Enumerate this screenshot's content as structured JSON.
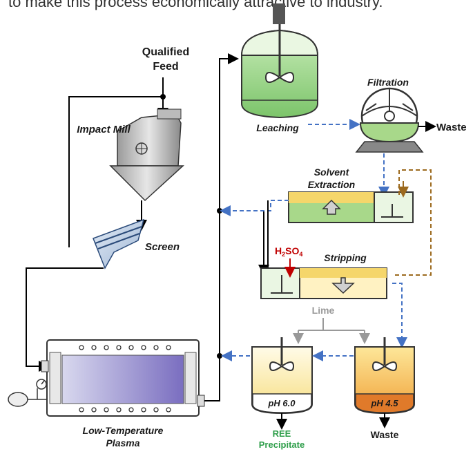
{
  "header_text": "to make this process economically attractive to industry.",
  "labels": {
    "qualified_feed_1": "Qualified",
    "qualified_feed_2": "Feed",
    "impact_mill": "Impact Mill",
    "screen": "Screen",
    "plasma_1": "Low-Temperature",
    "plasma_2": "Plasma",
    "leaching": "Leaching",
    "filtration": "Filtration",
    "waste_filtration": "Waste",
    "solvent_1": "Solvent",
    "solvent_2": "Extraction",
    "h2so4_main": "H",
    "h2so4_sub2": "2",
    "h2so4_so": "SO",
    "h2so4_sub4": "4",
    "stripping": "Stripping",
    "lime": "Lime",
    "ph_left": "pH 6.0",
    "ph_right": "pH 4.5",
    "waste_bottom": "Waste",
    "ree_1": "REE",
    "ree_2": "Precipitate"
  },
  "colors": {
    "solid_line": "#000000",
    "blue_dashed": "#4472c4",
    "brown_dashed": "#9c6a1e",
    "lime_line": "#999999",
    "h2so4": "#c00000",
    "ree_text": "#2e9e4a",
    "leach_green": "#8fd17e",
    "solvent_yellow": "#f5d66b",
    "solvent_green": "#a8d88a",
    "tank_pale": "#fff3c4",
    "tank_orange": "#f0a23a",
    "plasma_violet": "#8a7fc8",
    "plasma_light": "#d8d8ee"
  }
}
